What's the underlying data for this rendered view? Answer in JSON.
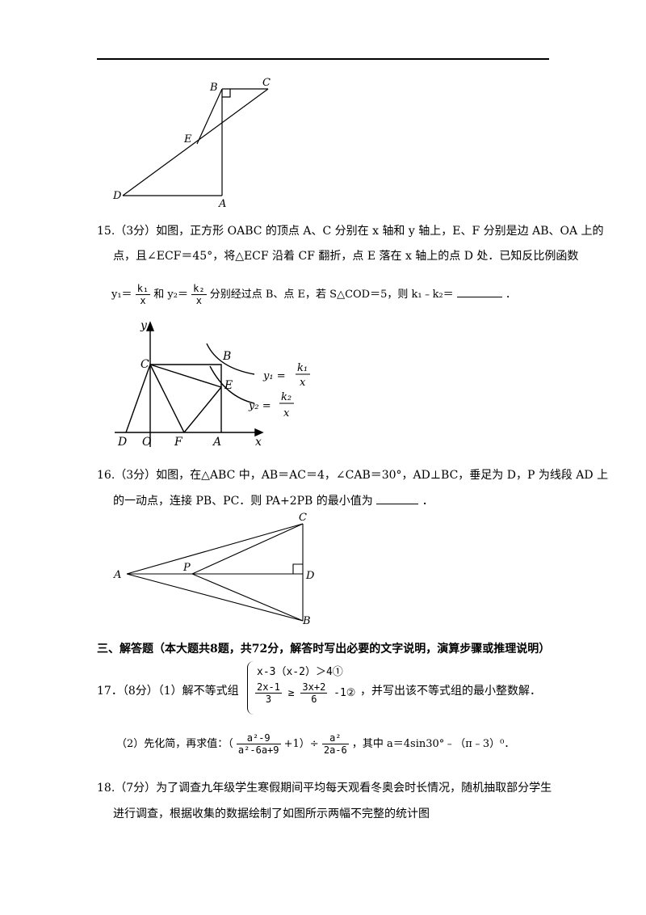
{
  "fig14": {
    "labels": {
      "B": "B",
      "C": "C",
      "E": "E",
      "D": "D",
      "A": "A"
    }
  },
  "q15": {
    "line1": "15.（3分）如图，正方形 OABC 的顶点 A、C 分别在 x 轴和 y 轴上，E、F 分别是边 AB、OA 上的",
    "line2": "点，且∠ECF＝45°，将△ECF 沿着 CF 翻折，点 E 落在 x 轴上的点 D 处．已知反比例函数",
    "y1": "y₁＝",
    "k1num": "k₁",
    "k1den": "x",
    "and_y2": "和 y₂＝",
    "k2num": "k₂",
    "k2den": "x",
    "line3_rest": "分别经过点 B、点 E，若 S△COD＝5，则 k₁﹣k₂＝",
    "period": "．"
  },
  "fig15": {
    "labels": {
      "y": "y",
      "x": "x",
      "C": "C",
      "B": "B",
      "E": "E",
      "D": "D",
      "O": "O",
      "F": "F",
      "A": "A"
    },
    "y1_label": "y₁ =",
    "y1_num": "k₁",
    "y1_den": "x",
    "y2_label": "y₂ =",
    "y2_num": "k₂",
    "y2_den": "x"
  },
  "q16": {
    "line1": "16.（3分）如图，在△ABC 中，AB＝AC＝4，∠CAB＝30°，AD⊥BC，垂足为 D，P 为线段 AD 上",
    "line2": "的一动点，连接 PB、PC．则 PA+2PB 的最小值为",
    "period": "．"
  },
  "fig16": {
    "labels": {
      "A": "A",
      "P": "P",
      "C": "C",
      "D": "D",
      "B": "B"
    }
  },
  "section3": "三、解答题（本大题共8题，共72分，解答时写出必要的文字说明，演算步骤或推理说明）",
  "q17": {
    "prefix": "17．（8分）（1）解不等式组",
    "ineq1": "x-3（x-2）＞4①",
    "ineq2_num": "2x-1",
    "ineq2_den": "3",
    "ineq2_op": "≥",
    "ineq2_rnum": "3x+2",
    "ineq2_rden": "6",
    "ineq2_tail": "-1②",
    "suffix": "，并写出该不等式组的最小整数解．",
    "part2_prefix": "（2）先化简，再求值：（",
    "frac1_num": "a²-9",
    "frac1_den": "a²-6a+9",
    "plus1": "+1）÷",
    "frac2_num": "a²",
    "frac2_den": "2a-6",
    "part2_suffix": "，其中 a＝4sin30°﹣（π﹣3）⁰．"
  },
  "q18": {
    "line1": "18.（7分）为了调查九年级学生寒假期间平均每天观看冬奥会时长情况，随机抽取部分学生",
    "line2": "进行调查，根据收集的数据绘制了如图所示两幅不完整的统计图"
  }
}
